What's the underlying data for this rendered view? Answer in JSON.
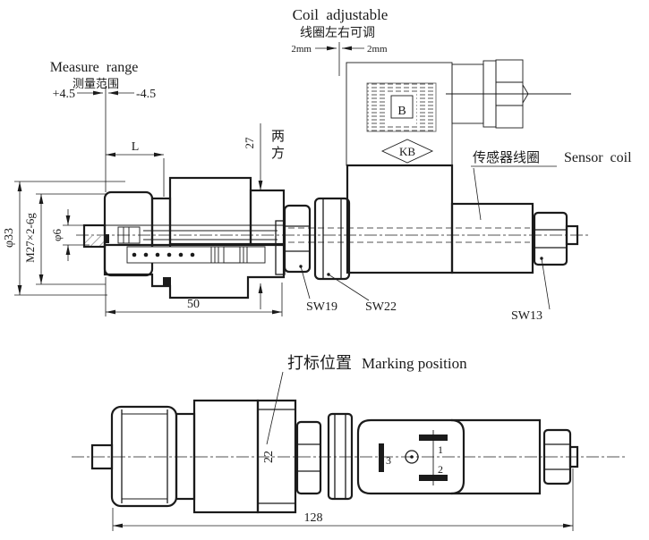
{
  "colors": {
    "line": "#1b1b1b",
    "background": "#ffffff"
  },
  "upper": {
    "coil_note": {
      "en": "Coil  adjustable",
      "zh": "线圈左右可调",
      "left_mm": "2mm",
      "right_mm": "2mm"
    },
    "measure_range": {
      "en": "Measure  range",
      "zh": "测量范围",
      "pos": "+4.5",
      "neg": "-4.5"
    },
    "dims": {
      "L": "L",
      "flat_height": "27",
      "two_flats": "两方",
      "outer_dia": "φ33",
      "thread": "M27×2-6g",
      "bore_dia": "φ6",
      "body_length": "50"
    },
    "labels": {
      "sw19": "SW19",
      "sw22": "SW22",
      "sw13": "SW13",
      "b": "B",
      "kb": "KB",
      "sensor_zh": "传感器线圈",
      "sensor_en": "Sensor  coil"
    }
  },
  "lower": {
    "marking_zh": "打标位置",
    "marking_en": "Marking position",
    "dims": {
      "band_width": "22",
      "total_length": "128"
    },
    "pins": {
      "p1": "1",
      "p2": "2",
      "p3": "3"
    }
  }
}
